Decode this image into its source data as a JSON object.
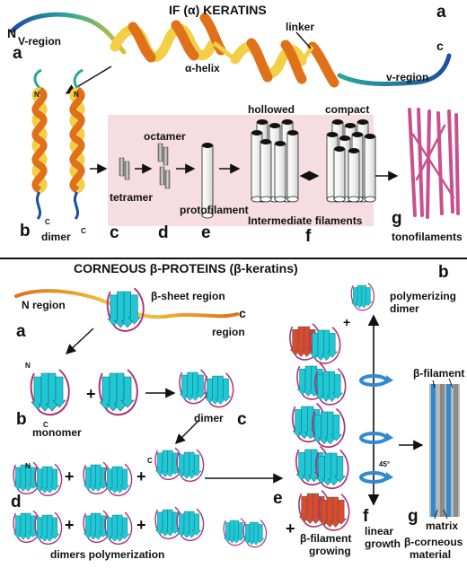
{
  "panel_a": {
    "title": "IF (α) KERATINS",
    "panel_letter": "a",
    "n_terminus": "N",
    "v_region_left": "V-region",
    "label_a1": "a",
    "alpha_helix": "α-helix",
    "linker": "linker",
    "c_terminus": "c",
    "v_region_right": "v-region",
    "dimer_n1": "N",
    "dimer_n2": "N",
    "dimer_c1": "C",
    "dimer_c2": "C",
    "label_b": "b",
    "dimer": "dimer",
    "octamer": "octamer",
    "tetramer": "tetramer",
    "protofilament": "protofilament",
    "hollowed": "hollowed",
    "compact": "compact",
    "intermediate_filaments": "Intermediate filaments",
    "label_c": "c",
    "label_d": "d",
    "label_e": "e",
    "label_f": "f",
    "label_g": "g",
    "tonofilaments": "tonofilaments"
  },
  "panel_b": {
    "title": "CORNEOUS β-PROTEINS (β-keratins)",
    "panel_letter": "b",
    "n_region": "N region",
    "beta_sheet_region": "β-sheet region",
    "c_label": "c",
    "region": "region",
    "label_a": "a",
    "polymerizing": "polymerizing",
    "dimer_right": "dimer",
    "monomer_n": "N",
    "monomer_c": "C",
    "label_b": "b",
    "monomer": "monomer",
    "plus1": "+",
    "dimer": "dimer",
    "label_c": "c",
    "dimer2_c": "C",
    "dimer2_n": "N",
    "label_d": "d",
    "plus2": "+",
    "plus3": "+",
    "plus4": "+",
    "plus5": "+",
    "plus6": "+",
    "plus7": "+",
    "dimers_polymerization": "dimers polymerization",
    "label_e": "e",
    "beta_filament_growing_1": "β-filament",
    "beta_filament_growing_2": "growing",
    "angle": "45°",
    "label_f": "f",
    "linear": "linear",
    "growth": "growth",
    "beta_filament": "β-filament",
    "label_g": "g",
    "matrix": "matrix",
    "corneous_1": "β-corneous",
    "corneous_2": "material"
  },
  "colors": {
    "helix_orange": "#e0701a",
    "helix_yellow": "#f2cf45",
    "tail_teal": "#2aa79a",
    "tail_blue": "#1d4fa0",
    "pink_bg": "#f6dde4",
    "tonofilament": "#c9508e",
    "sheet_cyan": "#22c7d6",
    "sheet_red": "#e0482a",
    "loop_magenta": "#b0307a",
    "filament_blue": "#2f8ad2",
    "matrix_gray": "#b8b8b8"
  }
}
